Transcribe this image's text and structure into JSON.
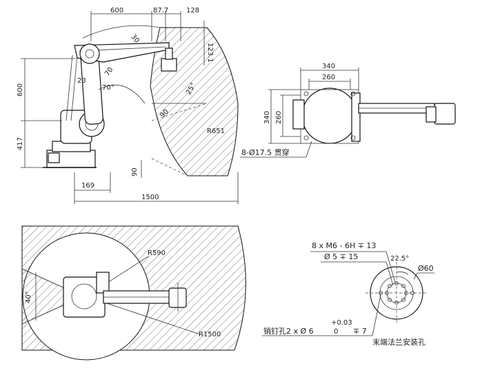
{
  "side_view": {
    "dims_top": [
      "600",
      "87.7",
      "128"
    ],
    "dim_123": "123.1",
    "dim_600_left": "600",
    "dim_417_left": "417",
    "dim_169": "169",
    "dim_1500": "1500",
    "dim_90_bottom": "90",
    "radius": "R651",
    "angle_70_a": "70",
    "angle_70_b": "70°",
    "angle_25": "25°",
    "angle_30": "30",
    "angle_90_mid": "90",
    "dim_23": "23"
  },
  "top_view_base": {
    "dim_340_top": "340",
    "dim_260_top": "260",
    "dim_340_left": "340",
    "dim_260_left": "260",
    "hole_note": "8-Ø17.5 贯穿"
  },
  "plan_view": {
    "r_inner": "R590",
    "r_outer": "R1500",
    "angle": "40°"
  },
  "flange": {
    "thread_note": "8 x  M6 - 6H ∓ 13",
    "bore_note": "Ø 5 ∓ 15",
    "angle": "22.5°",
    "diameter": "Ø60",
    "tol_upper": "+0.03",
    "pin_note": "销钉孔2 x Ø 6",
    "tol_lower": "0",
    "pin_depth": "∓ 7",
    "caption": "末端法兰安装孔"
  }
}
